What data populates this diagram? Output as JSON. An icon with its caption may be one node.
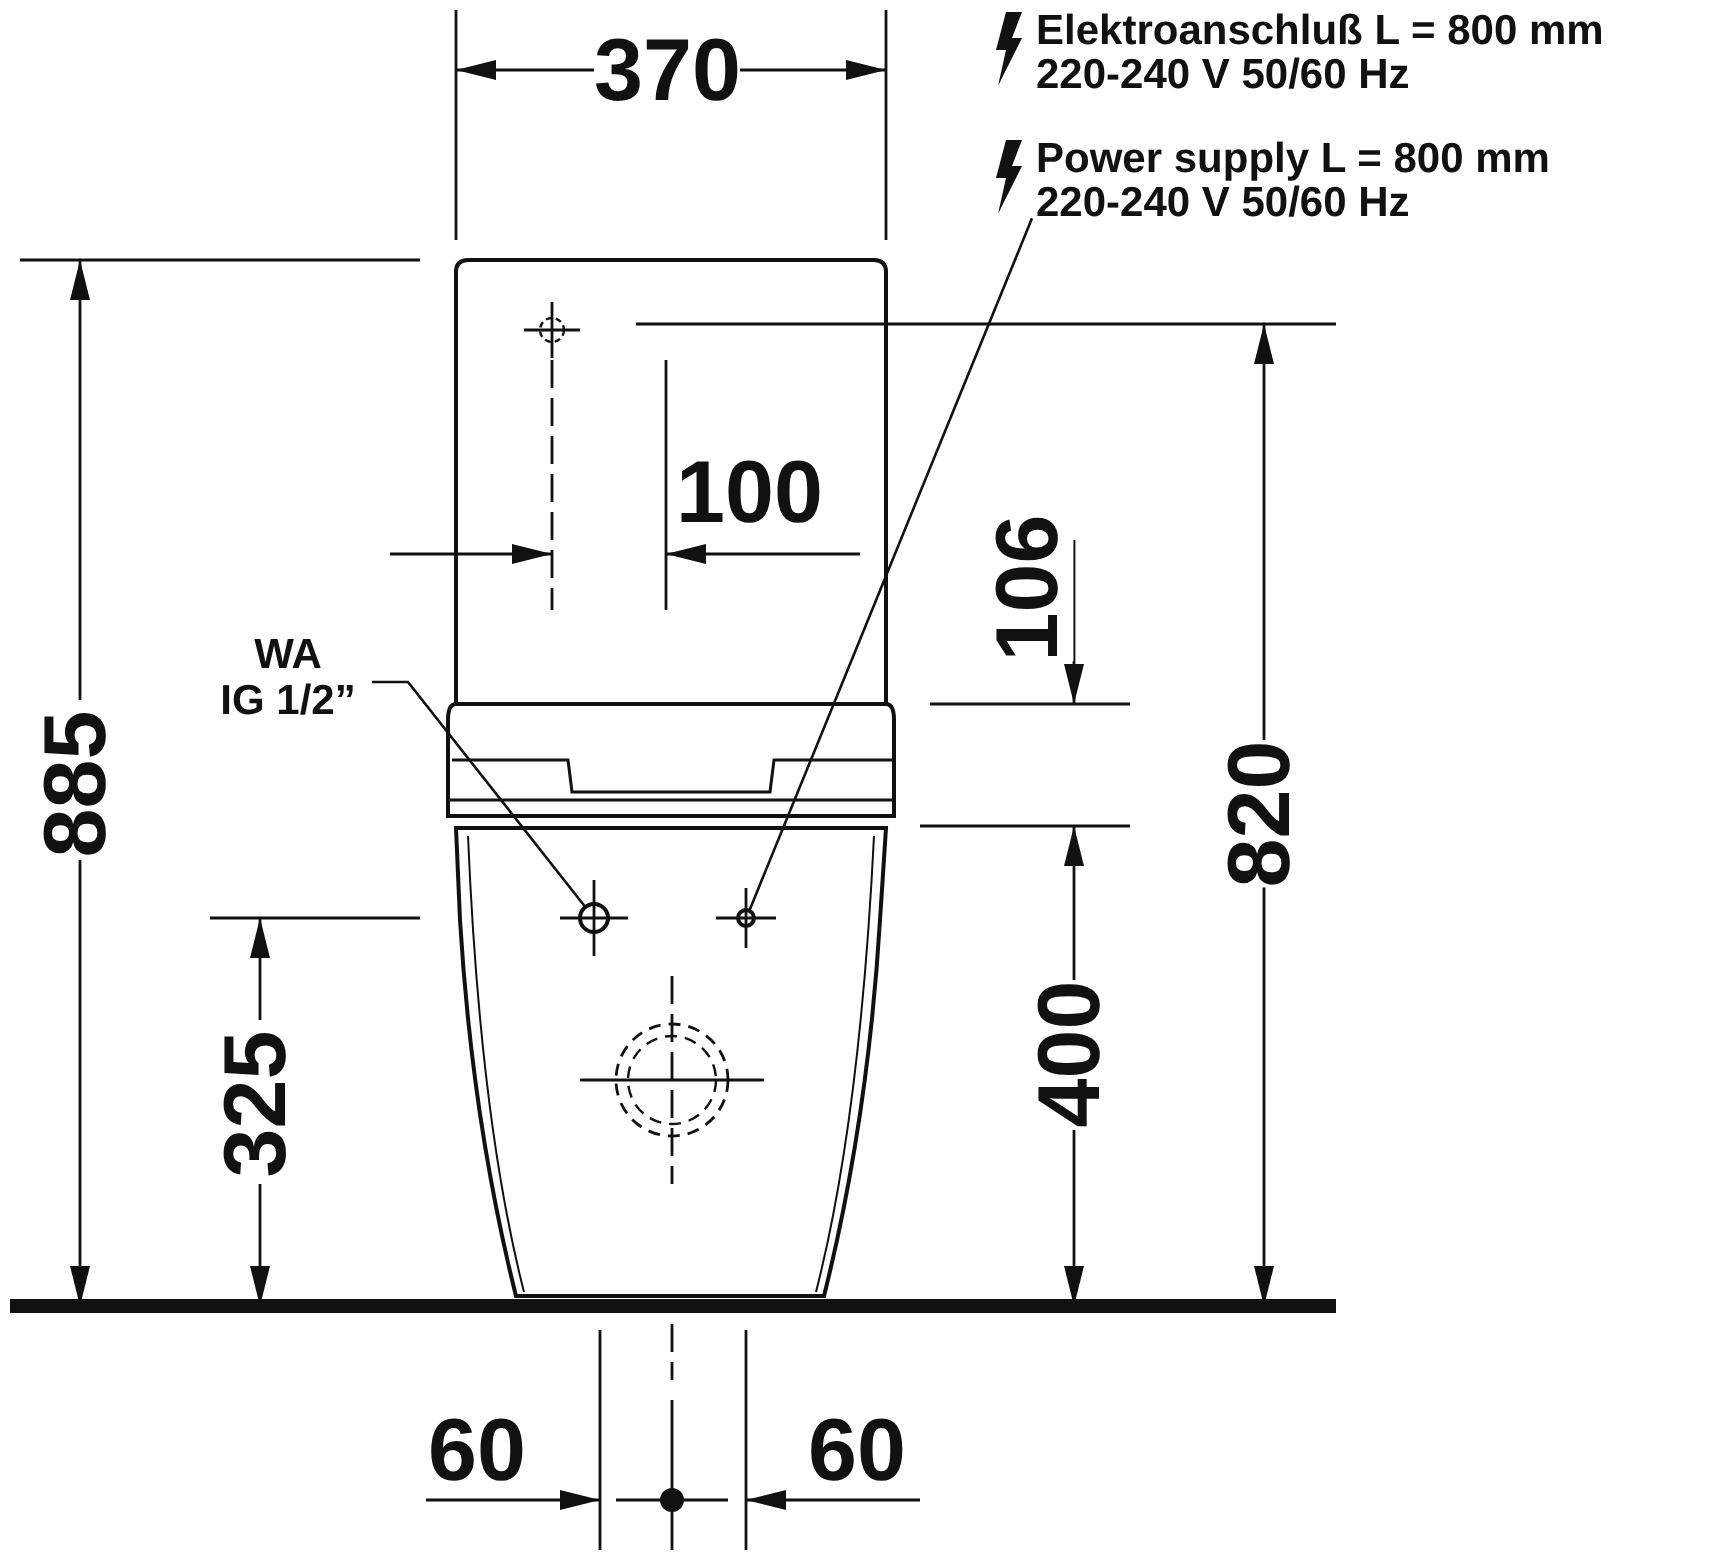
{
  "diagram": {
    "nodes": [
      {
        "text": [
          "WA",
          "IG 1/2”"
        ]
      },
      {
        "text": [],
        "shape": "circle"
      },
      {
        "text": [
          "Power supply L = 800 mm 220-240 V 50/60 Hz"
        ]
      },
      {
        "text": [],
        "shape": "circle"
      }
    ],
    "edges": [
      {
        "from": 0,
        "to": 1,
        "arrow": "none"
      },
      {
        "from": 2,
        "to": 3,
        "arrow": "none"
      }
    ],
    "labels": [
      "370",
      "Elektroanschluß L = 800 mm 220-240 V 50/60 Hz",
      "100",
      "106",
      "885",
      "820",
      "325",
      "400",
      "60",
      "60"
    ]
  }
}
